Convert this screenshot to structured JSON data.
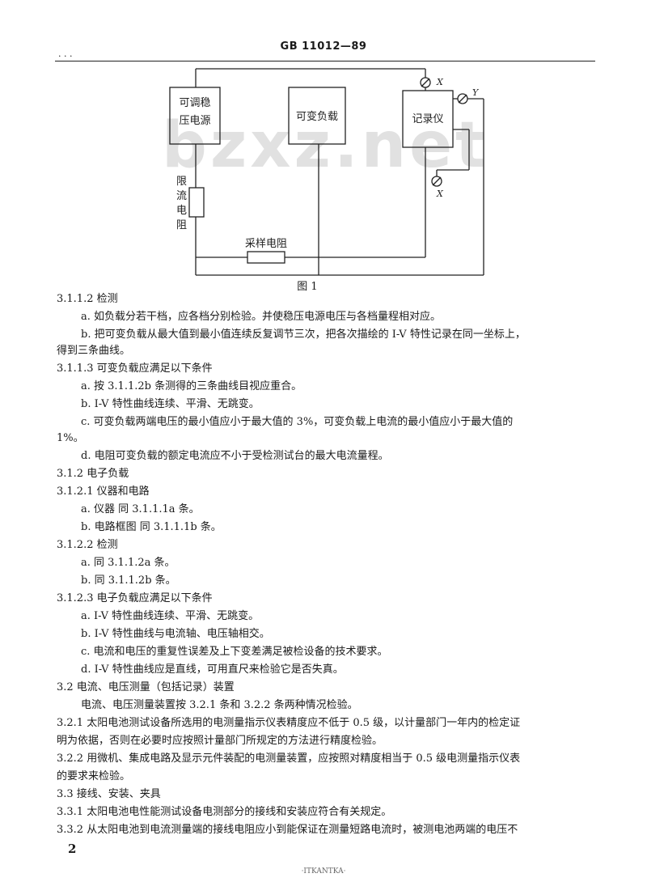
{
  "header": {
    "standard": "GB 11012—89",
    "dots": ". . ."
  },
  "figure": {
    "boxes": {
      "power_line1": "可调稳",
      "power_line2": "压电源",
      "load": "可变负载",
      "recorder": "记录仪"
    },
    "labels": {
      "resistor_vertical": [
        "限",
        "流",
        "电",
        "阻"
      ],
      "sample_resistor": "采样电阻",
      "x_top": "X",
      "y": "Y",
      "x_bottom": "X"
    },
    "watermark": "bzxz.net",
    "caption": "图 1"
  },
  "lines": [
    "3.1.1.2  检测",
    "a.  如负载分若干档，应各档分别检验。并使稳压电源电压与各档量程相对应。",
    "b.  把可变负载从最大值到最小值连续反复调节三次，把各次描绘的 I-V 特性记录在同一坐标上，",
    "得到三条曲线。",
    "3.1.1.3  可变负载应满足以下条件",
    "a.  按 3.1.1.2b 条测得的三条曲线目视应重合。",
    "b.  I-V 特性曲线连续、平滑、无跳变。",
    "c.  可变负载两端电压的最小值应小于最大值的 3%，可变负载上电流的最小值应小于最大值的",
    "1%。",
    "d.  电阻可变负载的额定电流应不小于受检测试台的最大电流量程。",
    "3.1.2  电子负载",
    "3.1.2.1  仪器和电路",
    "a.  仪器  同 3.1.1.1a 条。",
    "b.  电路框图  同 3.1.1.1b 条。",
    "3.1.2.2  检测",
    "a.  同 3.1.1.2a 条。",
    "b.  同 3.1.1.2b 条。",
    "3.1.2.3  电子负载应满足以下条件",
    "a.  I-V 特性曲线连续、平滑、无跳变。",
    "b.  I-V 特性曲线与电流轴、电压轴相交。",
    "c.  电流和电压的重复性误差及上下变差满足被检设备的技术要求。",
    "d.  I-V 特性曲线应是直线，可用直尺来检验它是否失真。",
    "3.2  电流、电压测量（包括记录）装置",
    "电流、电压测量装置按 3.2.1 条和 3.2.2 条两种情况检验。",
    "3.2.1  太阳电池测试设备所选用的电测量指示仪表精度应不低于 0.5 级，以计量部门一年内的检定证",
    "明为依据，否则在必要时应按照计量部门所规定的方法进行精度检验。",
    "3.2.2  用微机、集成电路及显示元件装配的电测量装置，应按照对精度相当于 0.5 级电测量指示仪表",
    "的要求来检验。",
    "3.3  接线、安装、夹具",
    "3.3.1  太阳电池电性能测试设备电测部分的接线和安装应符合有关规定。",
    "3.3.2  从太阳电池到电流测量端的接线电阻应小到能保证在测量短路电流时，被测电池两端的电压不"
  ],
  "page_number": "2",
  "footer": "·ITKANTKA·"
}
